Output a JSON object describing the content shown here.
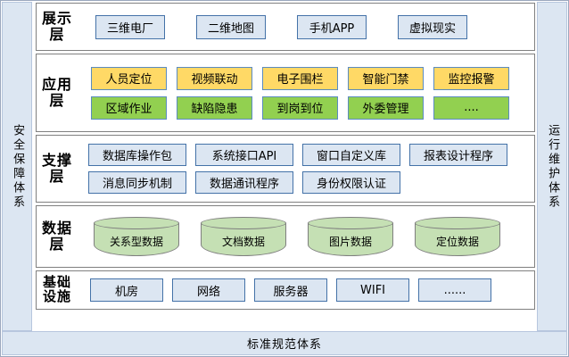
{
  "sides": {
    "left_label": "安全保障体系",
    "right_label": "运行维护体系"
  },
  "bottom": {
    "label": "标准规范体系"
  },
  "colors": {
    "blue_fill": "#DCE6F2",
    "blue_border": "#4472A8",
    "yellow_fill": "#FFD966",
    "green_fill": "#92D050",
    "cylinder_fill": "#C5E0B4",
    "panel_border": "#808080"
  },
  "layers": [
    {
      "title": "展示层",
      "rows": [
        [
          {
            "label": "三维电厂",
            "style": "blue"
          },
          {
            "label": "二维地图",
            "style": "blue"
          },
          {
            "label": "手机APP",
            "style": "blue"
          },
          {
            "label": "虚拟现实",
            "style": "blue"
          }
        ]
      ]
    },
    {
      "title": "应用层",
      "rows": [
        [
          {
            "label": "人员定位",
            "style": "yellow"
          },
          {
            "label": "视频联动",
            "style": "yellow"
          },
          {
            "label": "电子围栏",
            "style": "yellow"
          },
          {
            "label": "智能门禁",
            "style": "yellow"
          },
          {
            "label": "监控报警",
            "style": "yellow"
          }
        ],
        [
          {
            "label": "区域作业",
            "style": "green"
          },
          {
            "label": "缺陷隐患",
            "style": "green"
          },
          {
            "label": "到岗到位",
            "style": "green"
          },
          {
            "label": "外委管理",
            "style": "green"
          },
          {
            "label": "....",
            "style": "green"
          }
        ]
      ]
    },
    {
      "title": "支撑层",
      "rows": [
        [
          {
            "label": "数据库操作包",
            "style": "blue"
          },
          {
            "label": "系统接口API",
            "style": "blue"
          },
          {
            "label": "窗口自定义库",
            "style": "blue"
          },
          {
            "label": "报表设计程序",
            "style": "blue"
          }
        ],
        [
          {
            "label": "消息同步机制",
            "style": "blue"
          },
          {
            "label": "数据通讯程序",
            "style": "blue"
          },
          {
            "label": "身份权限认证",
            "style": "blue"
          }
        ]
      ]
    },
    {
      "title": "数据层",
      "cylinders": [
        {
          "label": "关系型数据"
        },
        {
          "label": "文档数据"
        },
        {
          "label": "图片数据"
        },
        {
          "label": "定位数据"
        }
      ]
    },
    {
      "title": "基础设施",
      "rows": [
        [
          {
            "label": "机房",
            "style": "blue"
          },
          {
            "label": "网络",
            "style": "blue"
          },
          {
            "label": "服务器",
            "style": "blue"
          },
          {
            "label": "WIFI",
            "style": "blue"
          },
          {
            "label": "......",
            "style": "blue"
          }
        ]
      ]
    }
  ]
}
